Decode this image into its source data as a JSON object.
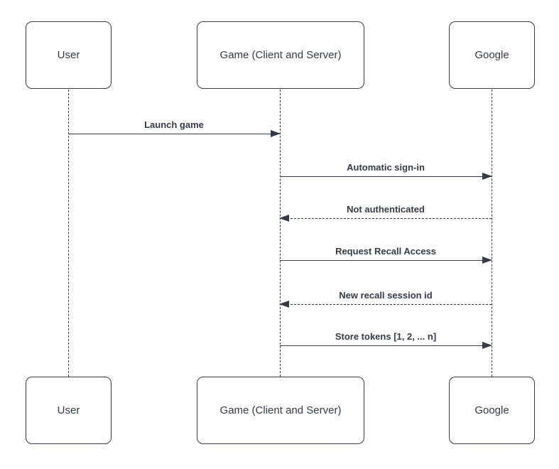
{
  "diagram": {
    "type": "sequence-diagram",
    "colors": {
      "stroke": "#333b49",
      "text": "#333b49",
      "shape_fill": "#ffffff",
      "background": "#ffffff"
    },
    "actors": [
      {
        "id": "user",
        "label": "User"
      },
      {
        "id": "game",
        "label": "Game (Client and Server)"
      },
      {
        "id": "google",
        "label": "Google"
      }
    ],
    "messages": [
      {
        "label": "Launch game",
        "from": "user",
        "to": "game",
        "line": "solid",
        "direction": "right"
      },
      {
        "label": "Automatic sign-in",
        "from": "game",
        "to": "google",
        "line": "solid",
        "direction": "right"
      },
      {
        "label": "Not authenticated",
        "from": "google",
        "to": "game",
        "line": "dashed",
        "direction": "left"
      },
      {
        "label": "Request Recall Access",
        "from": "game",
        "to": "google",
        "line": "solid",
        "direction": "right"
      },
      {
        "label": "New recall session id",
        "from": "google",
        "to": "game",
        "line": "dashed",
        "direction": "left"
      },
      {
        "label": "Store tokens [1, 2, ... n]",
        "from": "game",
        "to": "google",
        "line": "solid",
        "direction": "right"
      }
    ]
  }
}
